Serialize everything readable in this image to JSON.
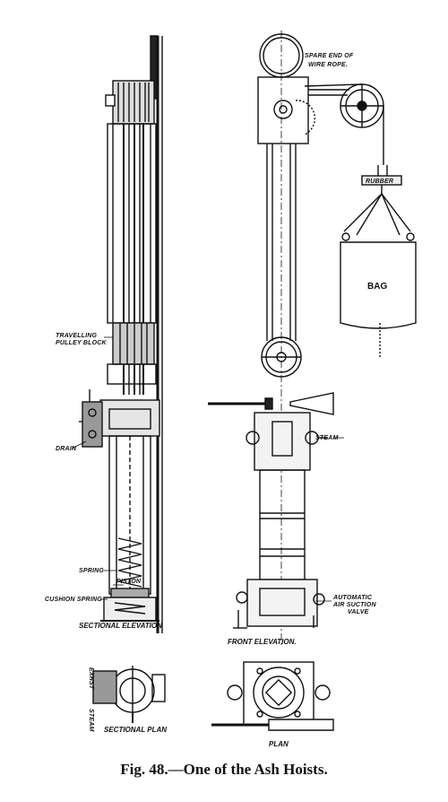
{
  "labels": {
    "spare_end": "SPARE END OF",
    "spare_end_2": "WIRE ROPE.",
    "rubber": "RUBBER",
    "bag": "BAG",
    "travelling": "TRAVELLING",
    "pulley_block": "PULLEY BLOCK",
    "steam": "STEAM",
    "drain": "DRAIN",
    "spring": "SPRING",
    "piston": "PISTON",
    "cushion_spring": "CUSHION SPRING",
    "automatic": "AUTOMATIC",
    "air_suction": "AIR SUCTION",
    "valve": "VALVE",
    "sectional_elevation": "SECTIONAL ELEVATION",
    "front_elevation": "FRONT ELEVATION.",
    "sectional_plan": "SECTIONAL PLAN",
    "plan": "PLAN",
    "exhaust": "EXHST",
    "steam_small": "STEAM"
  },
  "caption": "Fig. 48.—One of the Ash Hoists."
}
